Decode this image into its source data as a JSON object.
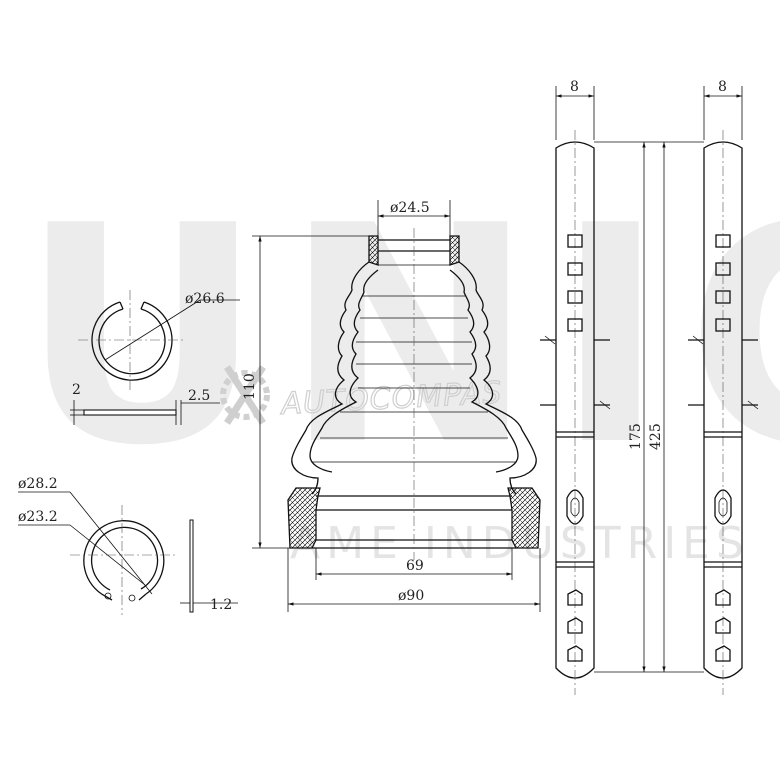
{
  "watermark": {
    "letters": "UNIO",
    "subtitle": "AME INDUSTRIES",
    "brand": "AUTOCOMPAS"
  },
  "dimensions": {
    "ring_diameter": "ø26.6",
    "ring_thickness": "2",
    "ring_width": "2.5",
    "clip_outer_diameter": "ø28.2",
    "clip_inner_diameter": "ø23.2",
    "clip_thickness": "1.2",
    "boot_small_diameter": "ø24.5",
    "boot_height": "110",
    "boot_inner_diameter": "69",
    "boot_outer_diameter": "ø90",
    "clamp1_width": "8",
    "clamp2_width": "8",
    "clamp1_length": "175",
    "clamp2_length": "425"
  },
  "colors": {
    "line": "#111111",
    "watermark": "#ececec"
  }
}
